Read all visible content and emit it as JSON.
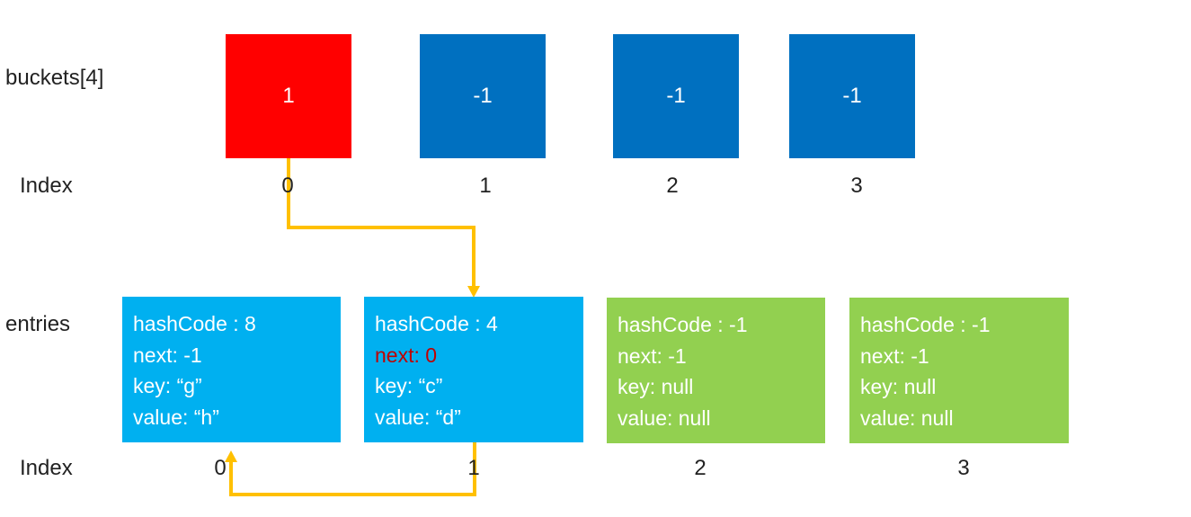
{
  "colors": {
    "bucket_highlight": "#ff0000",
    "bucket_default": "#0070c0",
    "entry_used": "#00b0f0",
    "entry_empty": "#92d050",
    "arrow": "#ffc000",
    "highlight_text": "#c00000"
  },
  "labels": {
    "buckets": "buckets[4]",
    "index": "Index",
    "entries": "entries"
  },
  "buckets": [
    {
      "value": "1",
      "index": "0",
      "highlighted": true
    },
    {
      "value": "-1",
      "index": "1",
      "highlighted": false
    },
    {
      "value": "-1",
      "index": "2",
      "highlighted": false
    },
    {
      "value": "-1",
      "index": "3",
      "highlighted": false
    }
  ],
  "entries": [
    {
      "hashCode": "hashCode : 8",
      "next": "next: -1",
      "key": "key: “g”",
      "value": "value: “h”",
      "index": "0"
    },
    {
      "hashCode": "hashCode : 4",
      "next": "next: 0",
      "key": "key: “c”",
      "value": "value: “d”",
      "index": "1"
    },
    {
      "hashCode": "hashCode : -1",
      "next": "next: -1",
      "key": "key: null",
      "value": "value: null",
      "index": "2"
    },
    {
      "hashCode": "hashCode : -1",
      "next": "next: -1",
      "key": "key: null",
      "value": "value: null",
      "index": "3"
    }
  ]
}
